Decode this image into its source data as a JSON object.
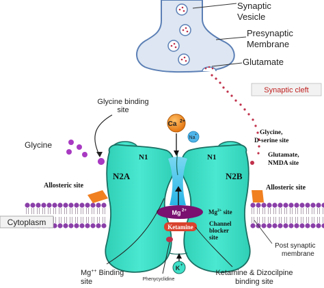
{
  "colors": {
    "vesicle_fill": "#dde6f2",
    "vesicle_stroke": "#5b7fb5",
    "receptor_fill": "#3de0c8",
    "receptor_stroke": "#1a6e62",
    "channel_fill": "#40c8ee",
    "membrane_head": "#8a3fa8",
    "glycine_dot": "#a83ac2",
    "glutamate_dot": "#c0304a",
    "allosteric": "#f08020",
    "mg_fill": "#7a1070",
    "ketamine_fill": "#d9432e",
    "ca_fill": "#f08a14",
    "na_fill": "#4fb5ea",
    "k_fill": "#3de0c8",
    "cleft_box": "#f2f2f2"
  },
  "labels": {
    "synaptic_vesicle_line1": "Synaptic",
    "synaptic_vesicle_line2": "Vesicle",
    "presynaptic_line1": "Presynaptic",
    "presynaptic_line2": "Membrane",
    "glutamate": "Glutamate",
    "synaptic_cleft": "Synaptic cleft",
    "glycine_binding_line1": "Glycine binding",
    "glycine_binding_line2": "site",
    "glycine": "Glycine",
    "glycine_dserine_line1": "Glycine,",
    "glycine_dserine_line2": "D-serine site",
    "glutamate_nmda_line1": "Glutamate,",
    "glutamate_nmda_line2": "NMDA site",
    "allosteric_left": "Allosteric site",
    "allosteric_right": "Allosteric site",
    "n1_left": "N1",
    "n1_right": "N1",
    "n2a": "N2A",
    "n2b": "N2B",
    "ca": "Ca",
    "ca_sup": "2+",
    "na": "Na",
    "na_sup": "+",
    "mg": "Mg",
    "mg_sup": "2+",
    "mg_site": "Mg",
    "mg_site_sup": "2+",
    "mg_site_suffix": " site",
    "ketamine": "Ketamine",
    "channel_blocker_line1": "Channel",
    "channel_blocker_line2": "blocker",
    "channel_blocker_line3": "site",
    "cytoplasm": "Cytoplasm",
    "post_synaptic_line1": "Post synaptic",
    "post_synaptic_line2": "membrane",
    "mg_binding_line1": "Mg",
    "mg_binding_sup": "++",
    "mg_binding_line1_suffix": " Binding",
    "mg_binding_line2": "site",
    "k": "K",
    "k_sup": "+",
    "phencyclidine": "Phenycyclidine",
    "ketamine_dizo_line1": "Ketamine & Dizocilpine",
    "ketamine_dizo_line2": "binding site"
  }
}
